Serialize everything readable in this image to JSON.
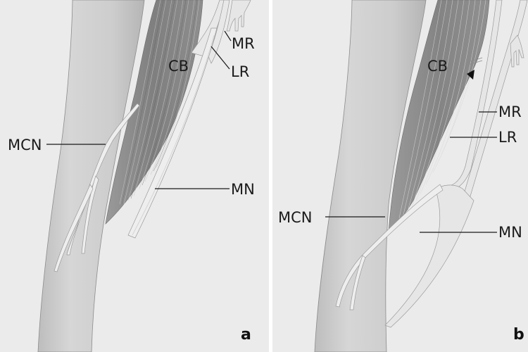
{
  "figure": {
    "panels": [
      {
        "id": "a",
        "letter": "a",
        "labels": {
          "cb": "CB",
          "mr": "MR",
          "lr": "LR",
          "mcn": "MCN",
          "mn": "MN"
        }
      },
      {
        "id": "b",
        "letter": "b",
        "labels": {
          "cb": "CB",
          "mr": "MR",
          "lr": "LR",
          "mcn": "MCN",
          "mn": "MN"
        },
        "annotations": [
          "arrowhead-marker"
        ]
      }
    ],
    "colors": {
      "background": "#ebebeb",
      "humerus": "#cfcfcf",
      "muscle": "#8a8a8a",
      "nerve": "#e4e4e4",
      "leader_line": "#1a1a1a",
      "divider": "#ffffff"
    }
  }
}
